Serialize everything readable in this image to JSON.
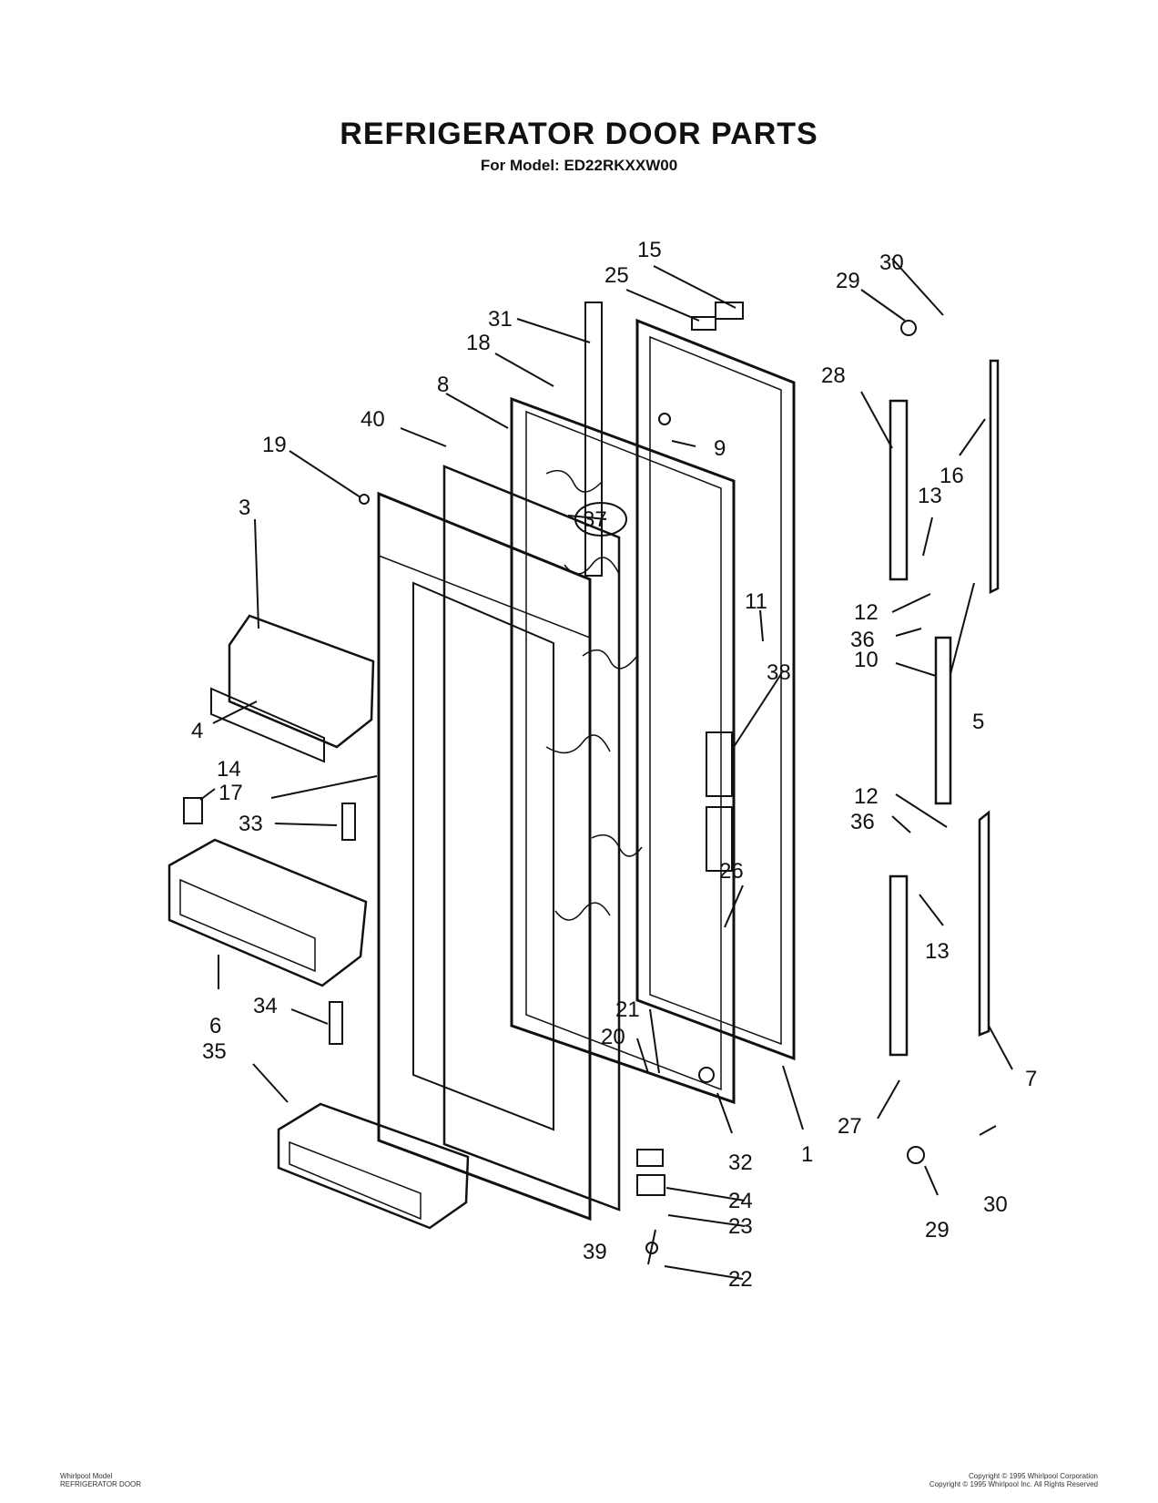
{
  "header": {
    "title": "REFRIGERATOR DOOR PARTS",
    "subtitle": "For Model: ED22RKXXW00"
  },
  "callouts": [
    "1",
    "3",
    "4",
    "5",
    "6",
    "7",
    "8",
    "9",
    "10",
    "11",
    "12",
    "13",
    "14",
    "15",
    "16",
    "17",
    "18",
    "19",
    "20",
    "21",
    "22",
    "23",
    "24",
    "25",
    "26",
    "27",
    "28",
    "29",
    "30",
    "31",
    "32",
    "33",
    "34",
    "35",
    "36",
    "37",
    "38",
    "39",
    "40"
  ],
  "footer": {
    "left_line1": "Whirlpool Model",
    "left_line2": "REFRIGERATOR DOOR",
    "right_line1": "Copyright © 1995 Whirlpool Corporation",
    "right_line2": "Copyright © 1995 Whirlpool Inc. All Rights Reserved"
  }
}
